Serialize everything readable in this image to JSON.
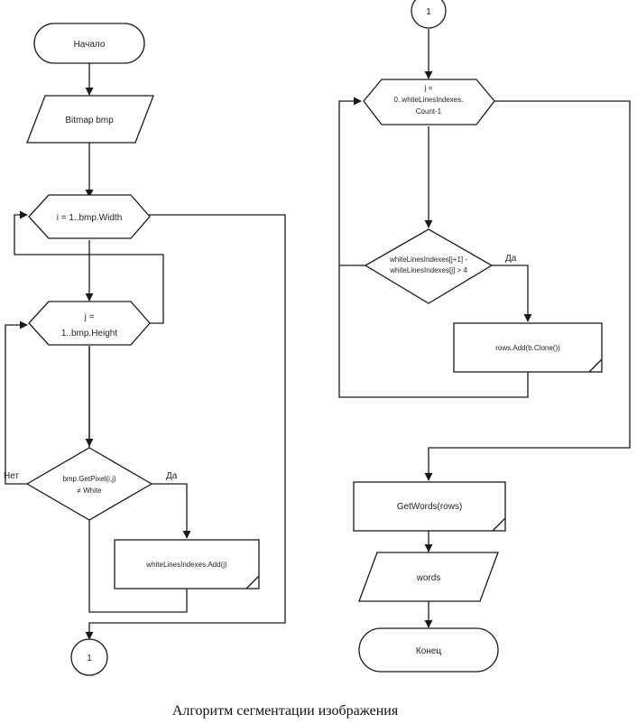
{
  "nodes": {
    "start": "Начало",
    "read": "Bitmap bmp",
    "loop_i": "i = 1..bmp.Width",
    "loop_j_1": "j =",
    "loop_j_2": "1..bmp.Height",
    "cond_pixel_1": "bmp.GetPixel(i,j)",
    "cond_pixel_2": "≠ White",
    "add_index": "whiteLinesIndexes.Add(j)",
    "connector_a": "1",
    "connector_b": "1",
    "loop_k_1": "j =",
    "loop_k_2": "0..whiteLinesIndexes.",
    "loop_k_3": "Count-1",
    "cond_gap_1": "whiteLinesIndexes[j+1] -",
    "cond_gap_2": "whiteLinesIndexes[j] > 4",
    "add_clone": "rows.Add(b.Clone())",
    "get_words": "GetWords(rows)",
    "output": "words",
    "end": "Конец"
  },
  "labels": {
    "no": "Нет",
    "yes_left": "Да",
    "yes_right": "Да"
  },
  "caption": "Алгоритм сегментации изображения"
}
